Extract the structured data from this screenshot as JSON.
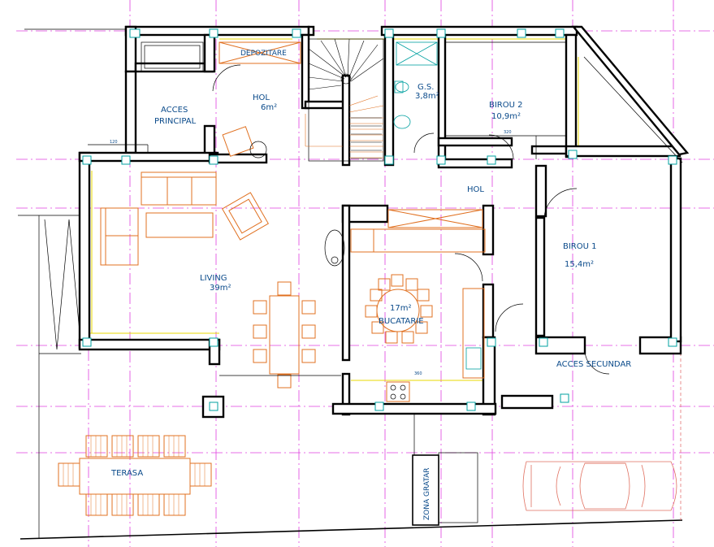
{
  "rooms": {
    "depozitare": "DEPOZITARE",
    "hol_entry_name": "HOL",
    "hol_entry_area": "6m²",
    "acces_principal_1": "ACCES",
    "acces_principal_2": "PRINCIPAL",
    "gs_name": "G.S.",
    "gs_area": "3,8m²",
    "birou2_name": "BIROU 2",
    "birou2_area": "10,9m²",
    "hol": "HOL",
    "birou1_name": "BIROU 1",
    "birou1_area": "15,4m²",
    "living_name": "LIVING",
    "living_area": "39m²",
    "bucatarie_area": "17m²",
    "bucatarie_name": "BUCATARIE",
    "acces_secundar": "ACCES SECUNDAR",
    "terasa": "TERASA",
    "zona_gratar": "ZONA GRATAR"
  },
  "dimensions": {
    "d120": "120",
    "d320": "320",
    "d360": "360"
  }
}
